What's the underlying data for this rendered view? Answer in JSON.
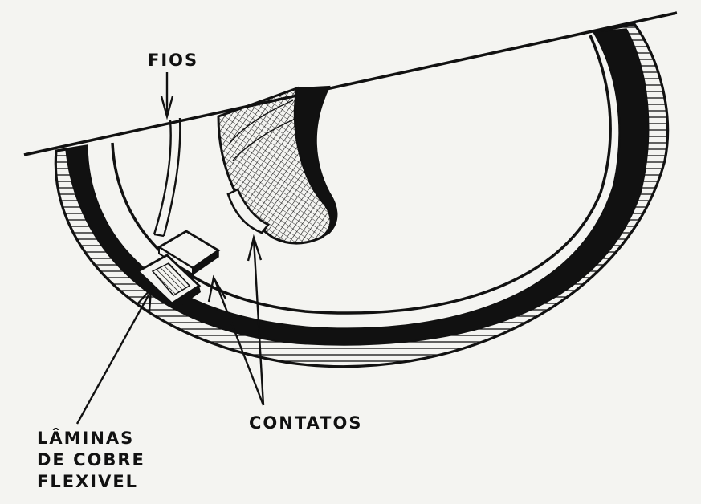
{
  "labels": {
    "fios": "FIOS",
    "contatos": "CONTATOS",
    "laminas_line1": "LÂMINAS",
    "laminas_line2": "DE COBRE",
    "laminas_line3": "FLEXIVEL"
  },
  "colors": {
    "ink": "#111111",
    "paper": "#f4f4f1"
  }
}
